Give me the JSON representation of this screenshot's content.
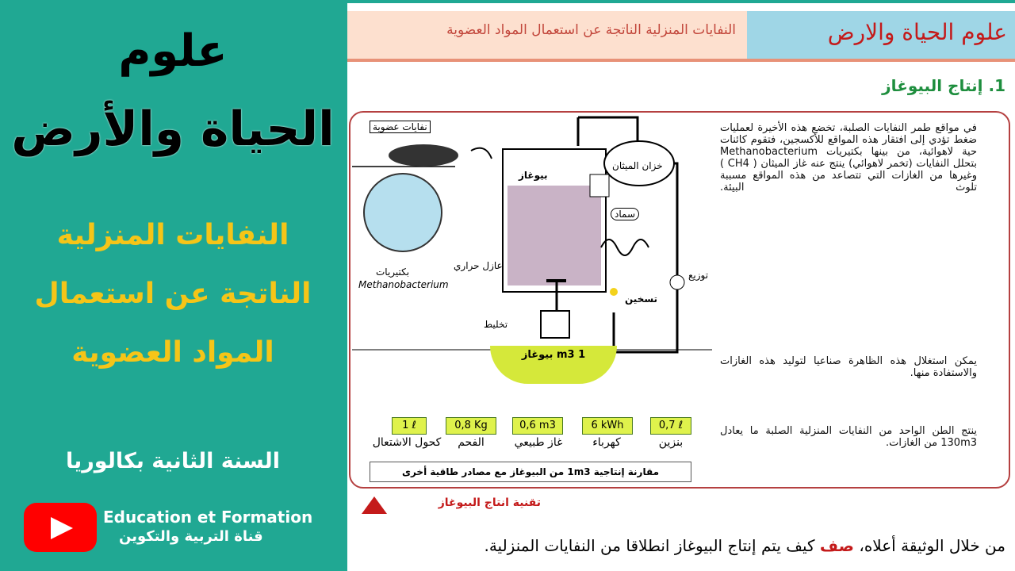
{
  "left": {
    "title_line1": "علوم",
    "title_line2": "الحياة والأرض",
    "subtitle_line1": "النفايات المنزلية",
    "subtitle_line2": "الناتجة عن استعمال",
    "subtitle_line3": "المواد العضوية",
    "year": "السنة الثانية بكالوريا",
    "brand_en": "Education et Formation",
    "brand_ar": "قناة التربية والتكوين"
  },
  "header": {
    "left": "النفايات المنزلية الناتجة عن استعمال المواد العضوية",
    "right": "علوم الحياة والارض"
  },
  "section_title": "1. إنتاج البيوغاز",
  "paragraphs": [
    "في مواقع طمر النفايات الصلبة، تخضع هذه الأخيرة لعمليات ضغط تؤدي إلى افتقار هذه المواقع للأكسجين، فتقوم كائنات حية لاهوائية، من بينها بكتيريات Methanobacterium بتحلل النفايات (تخمر لاهوائي) ينتج عنه غاز الميثان ( CH4 ) وغيرها من الغازات التي تتصاعد من هذه المواقع مسببة تلوث البيئة.",
    "يمكن استغلال هذه الظاهرة صناعيا لتوليد هذه الغازات والاستفادة منها.",
    "ينتج الطن الواحد من النفايات المنزلية الصلبة ما يعادل 130m3 من الغازات."
  ],
  "diagram": {
    "organic_waste": "نفايات عضوية",
    "biogas": "بيوغاز",
    "methane_tank": "خزان الميثان",
    "fertilizer": "سماد",
    "insulation": "عازل حراري",
    "distribution": "توزيع",
    "heating": "تسخين",
    "mixing": "تخليط",
    "bacteria": "بكتيريات",
    "bacteria_latin": "Methanobacterium"
  },
  "energy": {
    "dome": "1 m3 بيوغاز",
    "items": [
      {
        "value": "1 ℓ",
        "label": "كحول الاشتعال"
      },
      {
        "value": "0,8 Kg",
        "label": "الفحم"
      },
      {
        "value": "0,6 m3",
        "label": "غاز طبيعي"
      },
      {
        "value": "6 kWh",
        "label": "كهرباء"
      },
      {
        "value": "0,7 ℓ",
        "label": "بنزين"
      }
    ],
    "caption": "مقارنة إنتاجية 1m3 من البيوغاز مع مصادر طاقية أخرى"
  },
  "figure_caption": "تقنية انتاج البيوغاز",
  "question": {
    "before": "من خلال الوثيقة أعلاه،",
    "emphasis": "صف",
    "after": "كيف يتم إنتاج البيوغاز انطلاقا من النفايات المنزلية."
  }
}
